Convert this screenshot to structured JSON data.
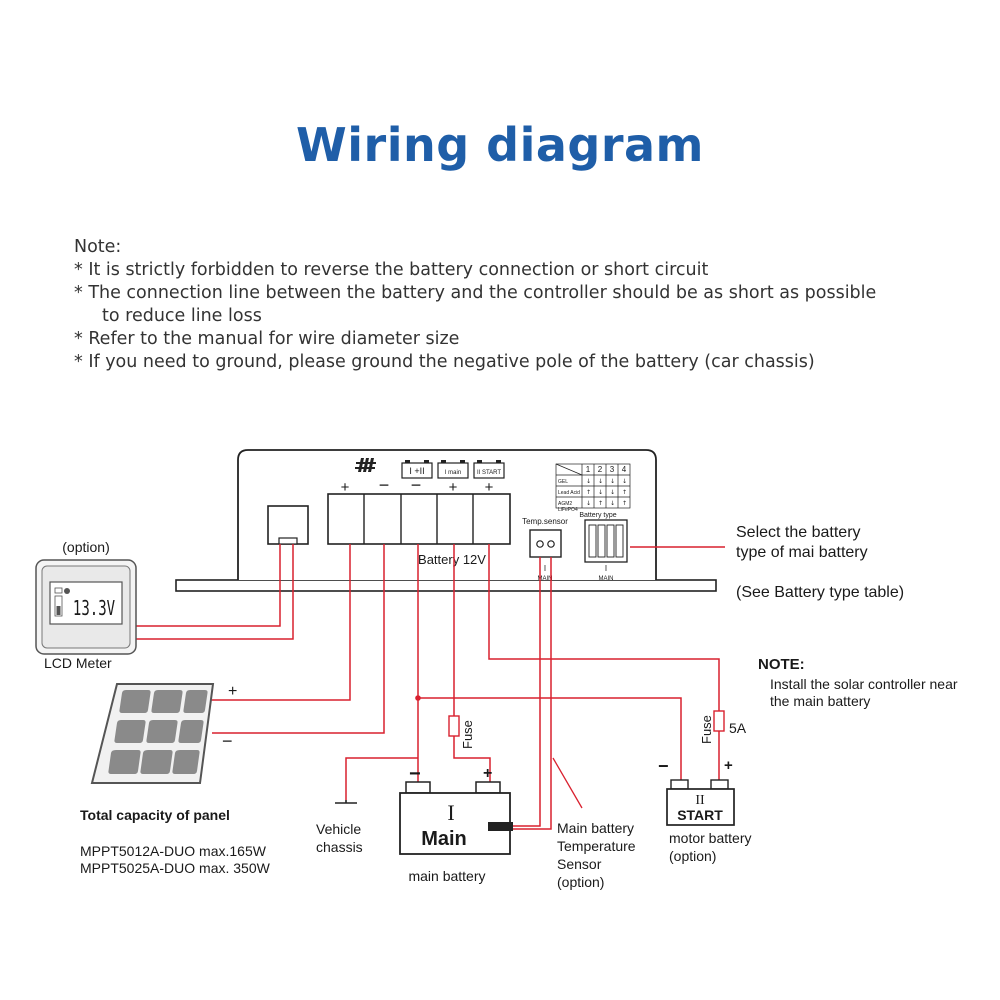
{
  "title": "Wiring diagram",
  "notes": {
    "heading": "Note:",
    "lines": [
      "* It is strictly forbidden to reverse the battery connection or short circuit",
      "* The connection line between the battery and the controller should be as short as possible",
      "to reduce line loss",
      "* Refer to the manual for wire diameter size",
      "* If you need to ground, please ground the negative pole of the battery (car chassis)"
    ]
  },
  "controller": {
    "battery_label": "Battery 12V",
    "terminal_signs": [
      "+",
      "−",
      "−",
      "+",
      "+"
    ],
    "icon_labels": [
      "I +II",
      "I main",
      "II START"
    ],
    "temp_sensor_label": "Temp.sensor",
    "temp_sensor_sub": "MAIN",
    "battery_type_label": "Battery type",
    "battery_type_sub": "MAIN",
    "battery_table": {
      "columns": [
        "1",
        "2",
        "3",
        "4"
      ],
      "rows": [
        "GEL",
        "Lead Acid",
        "AGM2",
        "LiFePO4"
      ]
    },
    "roman_one": "I"
  },
  "lcd": {
    "option_label": "(option)",
    "reading": "13.3V",
    "label": "LCD  Meter"
  },
  "panel": {
    "plus": "+",
    "minus": "−",
    "capacity_title": "Total capacity of panel",
    "models": [
      "MPPT5012A-DUO  max.165W",
      "MPPT5025A-DUO  max. 350W"
    ]
  },
  "select_note": {
    "line1": "Select the battery",
    "line2": "type of mai battery",
    "line3": "(See Battery type table)"
  },
  "install_note": {
    "heading": "NOTE:",
    "line1": "Install the solar controller near",
    "line2": "the main battery"
  },
  "fuse_main": "Fuse",
  "fuse_motor": "Fuse",
  "fuse_rating": "5A",
  "chassis": {
    "line1": "Vehicle",
    "line2": "chassis"
  },
  "main_battery": {
    "roman": "I",
    "name": "Main",
    "minus": "−",
    "plus": "+",
    "caption": "main battery"
  },
  "temp_sensor_caption": [
    "Main battery",
    "Temperature",
    "Sensor",
    "(option)"
  ],
  "motor_battery": {
    "roman": "II",
    "name": "START",
    "minus": "−",
    "plus": "+",
    "caption": [
      "motor battery",
      "(option)"
    ]
  },
  "colors": {
    "title": "#1f5ea8",
    "wire": "#d9212f",
    "outline": "#222222",
    "panel_cell": "#8a8a8a"
  }
}
